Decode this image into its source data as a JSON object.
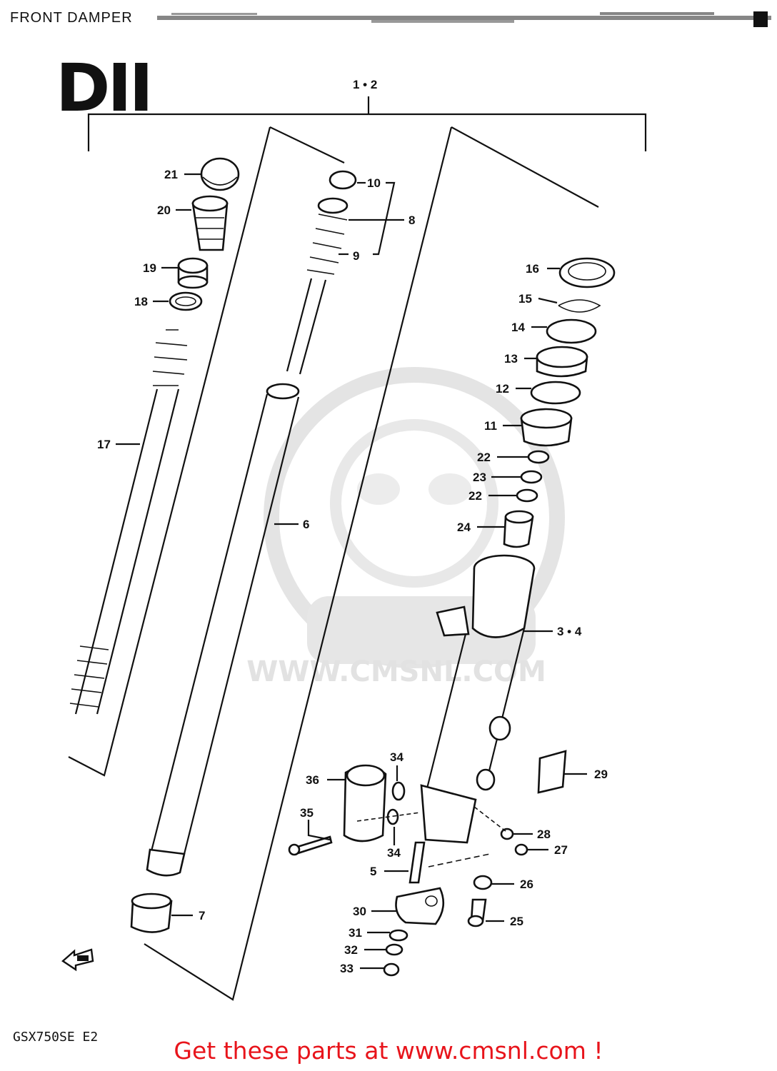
{
  "header": {
    "title": "FRONT DAMPER"
  },
  "diagram_code": "DII",
  "model": "GSX750SE E2",
  "promo": "Get these parts at www.cmsnl.com !",
  "watermark": {
    "text": "WWW.CMSNL.COM",
    "color": "#e2e2e2"
  },
  "callouts": [
    {
      "id": "c-1-2",
      "text": "1 • 2"
    },
    {
      "id": "c-21",
      "text": "21"
    },
    {
      "id": "c-20",
      "text": "20"
    },
    {
      "id": "c-19",
      "text": "19"
    },
    {
      "id": "c-18",
      "text": "18"
    },
    {
      "id": "c-17",
      "text": "17"
    },
    {
      "id": "c-10",
      "text": "10"
    },
    {
      "id": "c-8",
      "text": "8"
    },
    {
      "id": "c-9",
      "text": "9"
    },
    {
      "id": "c-6",
      "text": "6"
    },
    {
      "id": "c-7",
      "text": "7"
    },
    {
      "id": "c-16",
      "text": "16"
    },
    {
      "id": "c-15",
      "text": "15"
    },
    {
      "id": "c-14",
      "text": "14"
    },
    {
      "id": "c-13",
      "text": "13"
    },
    {
      "id": "c-12",
      "text": "12"
    },
    {
      "id": "c-11",
      "text": "11"
    },
    {
      "id": "c-22a",
      "text": "22"
    },
    {
      "id": "c-23",
      "text": "23"
    },
    {
      "id": "c-22b",
      "text": "22"
    },
    {
      "id": "c-24",
      "text": "24"
    },
    {
      "id": "c-3-4",
      "text": "3 • 4"
    },
    {
      "id": "c-29",
      "text": "29"
    },
    {
      "id": "c-34a",
      "text": "34"
    },
    {
      "id": "c-36",
      "text": "36"
    },
    {
      "id": "c-35",
      "text": "35"
    },
    {
      "id": "c-34b",
      "text": "34"
    },
    {
      "id": "c-28",
      "text": "28"
    },
    {
      "id": "c-27",
      "text": "27"
    },
    {
      "id": "c-5",
      "text": "5"
    },
    {
      "id": "c-26",
      "text": "26"
    },
    {
      "id": "c-30",
      "text": "30"
    },
    {
      "id": "c-25",
      "text": "25"
    },
    {
      "id": "c-31",
      "text": "31"
    },
    {
      "id": "c-32",
      "text": "32"
    },
    {
      "id": "c-33",
      "text": "33"
    }
  ],
  "icons": {
    "front_arrow": "front-arrow-icon",
    "watermark_logo": "cms-logo-icon"
  }
}
